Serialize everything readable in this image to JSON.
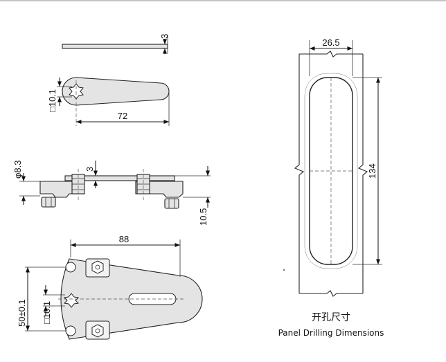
{
  "dimensions": {
    "plate_thickness": "3",
    "square_top": "□10.1",
    "lever_length": "72",
    "diameter": "φ8.3",
    "spacer_thickness": "3",
    "base_height": "10.5",
    "bracket_width": "88",
    "bracket_height": "50±0.1",
    "square_bottom": "□10.1",
    "cutout_width": "26.5",
    "cutout_height": "134"
  },
  "caption": {
    "cn": "开孔尺寸",
    "en": "Panel Drilling Dimensions"
  }
}
